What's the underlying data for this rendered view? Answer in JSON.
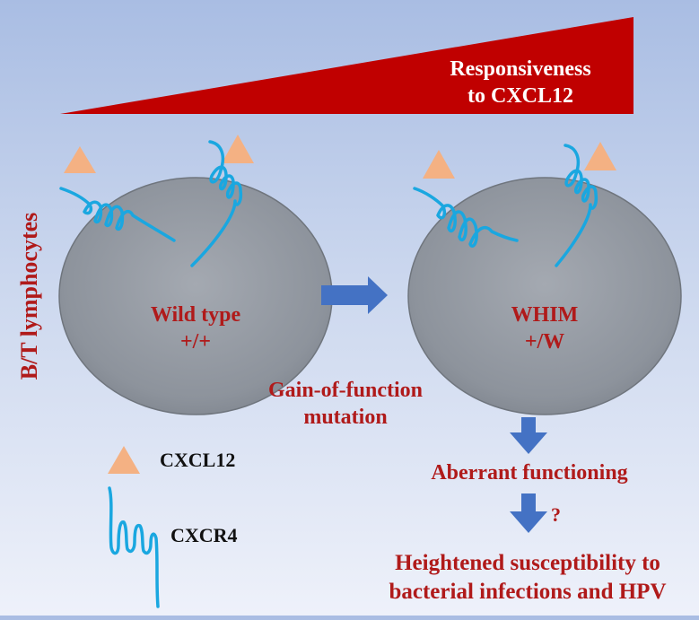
{
  "gradient_label": [
    "Responsiveness",
    "to CXCL12"
  ],
  "side_label": "B/T lymphocytes",
  "cells": [
    {
      "name": "wild-type",
      "label": [
        "Wild type",
        "+/+"
      ]
    },
    {
      "name": "whim",
      "label": [
        "WHIM",
        "+/W"
      ]
    }
  ],
  "mutation_label": [
    "Gain-of-function",
    "mutation"
  ],
  "legend": [
    {
      "symbol": "triangle",
      "label": "CXCL12"
    },
    {
      "symbol": "receptor",
      "label": "CXCR4"
    }
  ],
  "outcomes": {
    "aberrant": "Aberrant functioning",
    "question": "?",
    "susceptibility": [
      "Heightened susceptibility to",
      "bacterial infections and HPV"
    ]
  },
  "colors": {
    "gradient_wedge": "#c00000",
    "cell_fill": "#8d939c",
    "receptor": "#1aa7e0",
    "ligand": "#f4b183",
    "arrow": "#4472c4",
    "label_red": "#b01a1a"
  }
}
